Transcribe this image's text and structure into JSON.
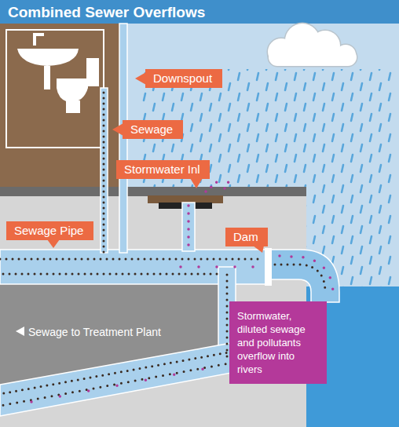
{
  "diagram": {
    "title": "Combined Sewer Overflows",
    "nodes": [
      {
        "text": [
          "Downspout"
        ]
      },
      {
        "text": [
          "Sewage"
        ]
      },
      {
        "text": [
          "Stormwater Inl"
        ]
      },
      {
        "text": [
          "Sewage Pipe"
        ]
      },
      {
        "text": [
          "Dam"
        ]
      },
      {
        "text": [
          "Stormwater, diluted sewage and pollutants overflow into rivers"
        ]
      }
    ],
    "labels": [
      "Sewage to Treatment Plant"
    ]
  }
}
